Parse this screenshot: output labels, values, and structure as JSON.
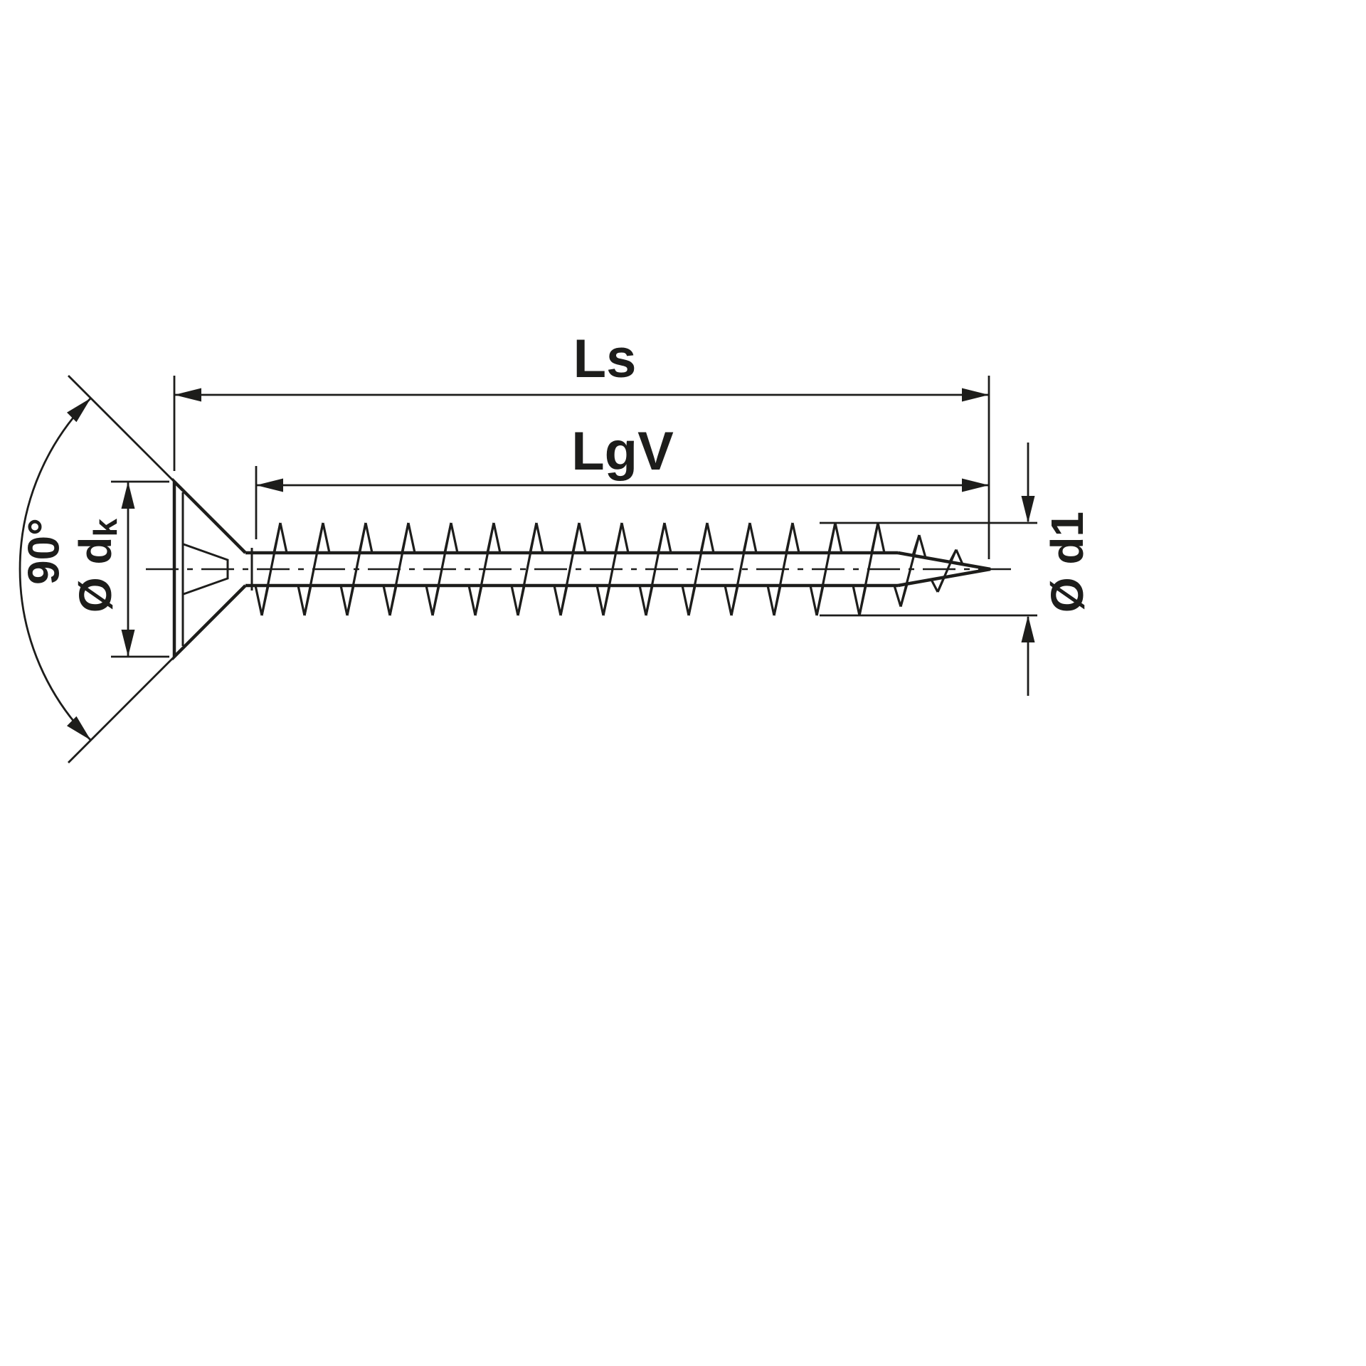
{
  "labels": {
    "ls": "Ls",
    "lgv": "LgV",
    "angle": "90°",
    "dk_prefix": "Ø d",
    "dk_sub": "k",
    "d1": "Ø d1"
  },
  "colors": {
    "line": "#1d1d1b",
    "background": "#ffffff"
  }
}
